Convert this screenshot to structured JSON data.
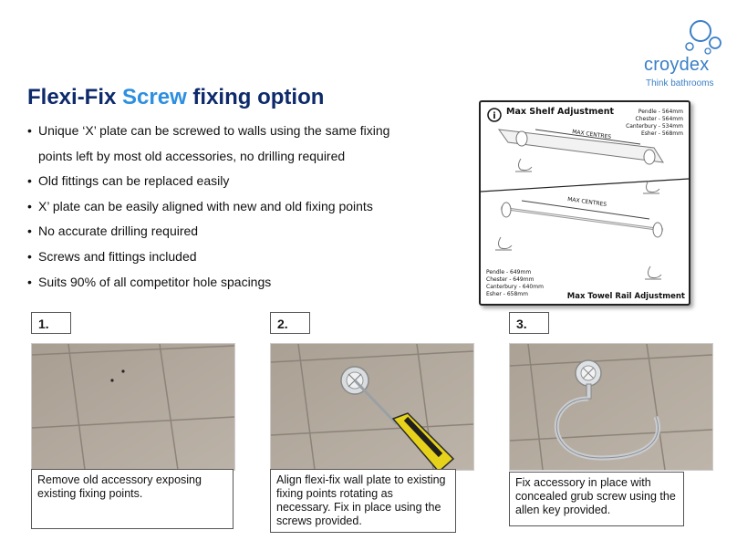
{
  "brand": {
    "name": "croydex",
    "tagline": "Think bathrooms",
    "color": "#3a7fc6"
  },
  "title": {
    "part1": "Flexi-Fix",
    "part2": "Screw",
    "part3": "fixing option",
    "color": "#0e2a6b",
    "highlight_color": "#2d8fe0"
  },
  "bullets": [
    "Unique ‘X’ plate can be screwed to walls using the same fixing",
    "points left by most old accessories, no drilling required",
    "Old fittings can be replaced easily",
    "X’ plate can be easily aligned with new and old fixing points",
    "No accurate drilling required",
    "Screws and fittings included",
    "Suits 90% of all competitor hole spacings"
  ],
  "diagram": {
    "info_icon": "i",
    "shelf_title": "Max Shelf Adjustment",
    "shelf_sizes": [
      "Pendle - 564mm",
      "Chester - 564mm",
      "Canterbury - 534mm",
      "Esher - 568mm"
    ],
    "centres_label": "MAX CENTRES",
    "rail_sizes": [
      "Pendle - 649mm",
      "Chester - 649mm",
      "Canterbury - 640mm",
      "Esher - 658mm"
    ],
    "rail_title": "Max Towel Rail Adjustment"
  },
  "steps": [
    {
      "number": "1.",
      "caption": "Remove old accessory exposing existing fixing points."
    },
    {
      "number": "2.",
      "caption": "Align flexi-fix wall plate to existing fixing points rotating as necessary. Fix in place using the screws provided."
    },
    {
      "number": "3.",
      "caption": "Fix accessory in place with concealed grub screw using the allen key provided."
    }
  ]
}
